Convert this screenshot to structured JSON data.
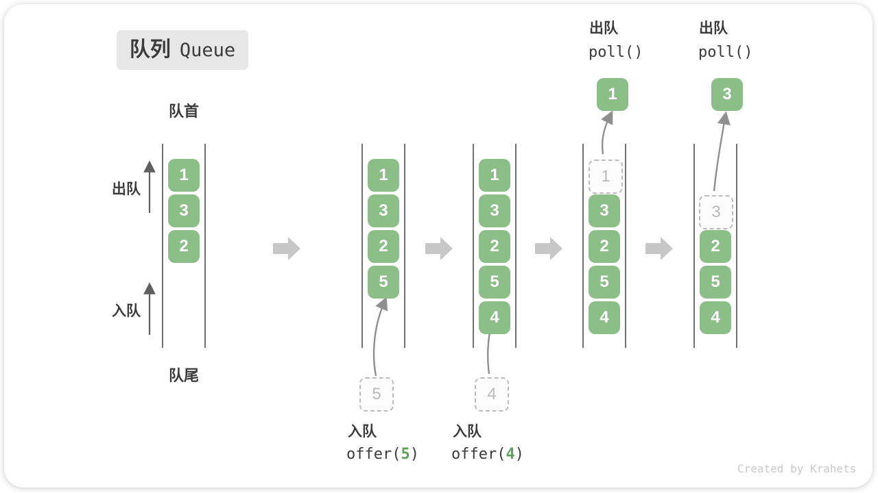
{
  "title": {
    "zh": "队列",
    "en": "Queue"
  },
  "labels": {
    "front": "队首",
    "rear": "队尾",
    "dequeue_side": "出队",
    "enqueue_side": "入队"
  },
  "queues": [
    {
      "cells": [
        "1",
        "3",
        "2"
      ]
    },
    {
      "cells": [
        "1",
        "3",
        "2",
        "5"
      ]
    },
    {
      "cells": [
        "1",
        "3",
        "2",
        "5",
        "4"
      ]
    },
    {
      "cells": [
        "3",
        "2",
        "5",
        "4"
      ],
      "removed": "1",
      "out": "1"
    },
    {
      "cells": [
        "2",
        "5",
        "4"
      ],
      "removed": "3",
      "out": "3"
    }
  ],
  "enqueue_ops": [
    {
      "label": "入队",
      "incoming": "5",
      "fn": "offer(",
      "arg": "5",
      "close": ")"
    },
    {
      "label": "入队",
      "incoming": "4",
      "fn": "offer(",
      "arg": "4",
      "close": ")"
    }
  ],
  "dequeue_ops": [
    {
      "label": "出队",
      "code": "poll()"
    },
    {
      "label": "出队",
      "code": "poll()"
    }
  ],
  "watermark": "Created by Krahets",
  "colors": {
    "box_green": "#8cbe88",
    "code_green": "#5ba257",
    "flow_arrow_gray": "#c7c7c7",
    "badge_gray": "#e7e7e7",
    "text_dark": "#3b3b3b"
  }
}
